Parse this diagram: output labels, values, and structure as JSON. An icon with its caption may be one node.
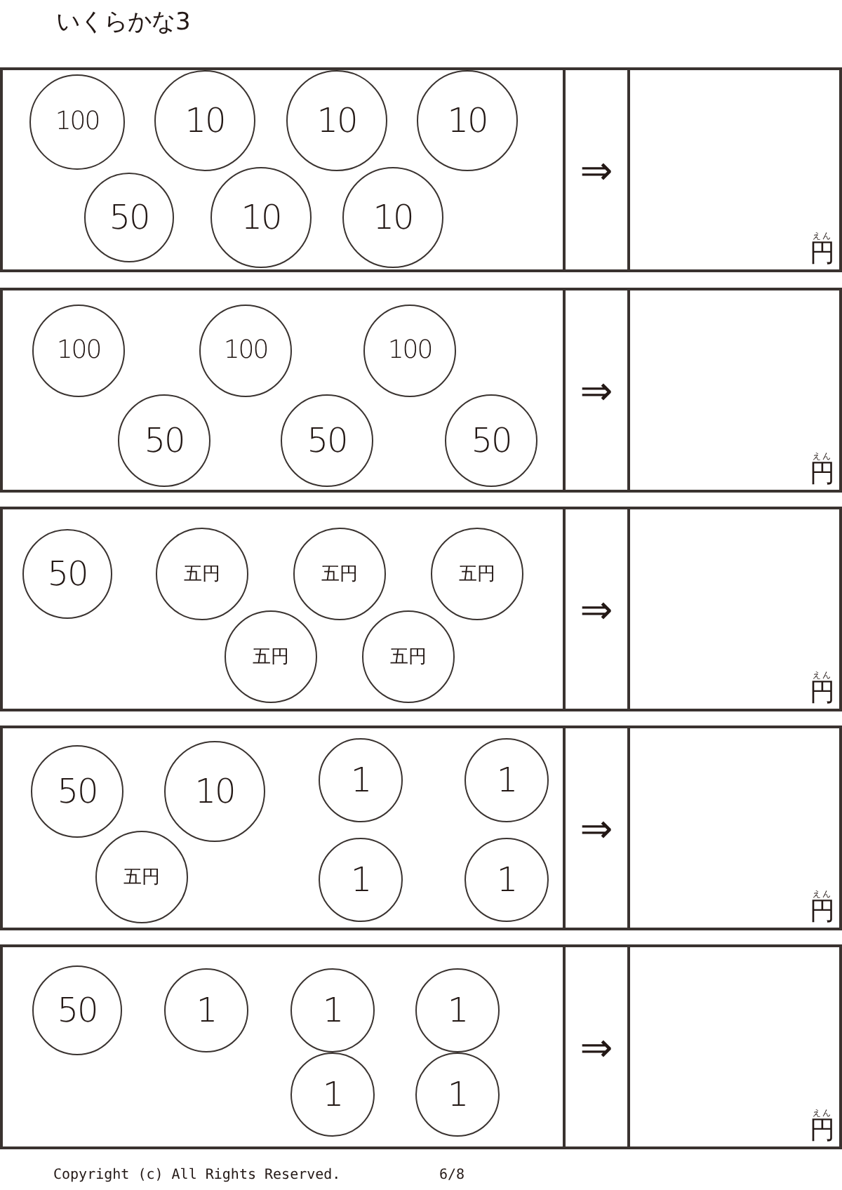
{
  "diagram": {
    "title": "いくらかな3",
    "nodes": [
      {
        "text": [],
        "shape": "box"
      },
      {
        "text": [
          "100"
        ],
        "in": 0
      },
      {
        "text": [
          "10"
        ],
        "in": 0
      },
      {
        "text": [
          "10"
        ],
        "in": 0
      },
      {
        "text": [
          "10"
        ],
        "in": 0
      },
      {
        "text": [
          "50"
        ],
        "in": 0
      },
      {
        "text": [
          "10"
        ],
        "in": 0
      },
      {
        "text": [
          "10"
        ],
        "in": 0
      },
      {
        "text": [
          "⇒"
        ]
      },
      {
        "text": [
          "えん",
          "円"
        ]
      },
      {
        "text": [],
        "shape": "box"
      },
      {
        "text": [
          "100"
        ],
        "in": 10
      },
      {
        "text": [
          "100"
        ],
        "in": 10
      },
      {
        "text": [
          "100"
        ],
        "in": 10
      },
      {
        "text": [
          "50"
        ],
        "in": 10
      },
      {
        "text": [
          "50"
        ],
        "in": 10
      },
      {
        "text": [
          "50"
        ],
        "in": 10
      },
      {
        "text": [
          "⇒"
        ]
      },
      {
        "text": [
          "えん",
          "円"
        ]
      },
      {
        "text": [],
        "shape": "box"
      },
      {
        "text": [
          "50"
        ],
        "in": 19
      },
      {
        "text": [
          "五円"
        ],
        "in": 19
      },
      {
        "text": [
          "五円"
        ],
        "in": 19
      },
      {
        "text": [
          "五円"
        ],
        "in": 19
      },
      {
        "text": [
          "五円"
        ],
        "in": 19
      },
      {
        "text": [
          "五円"
        ],
        "in": 19
      },
      {
        "text": [
          "⇒"
        ]
      },
      {
        "text": [
          "えん",
          "円"
        ]
      },
      {
        "text": [],
        "shape": "box"
      },
      {
        "text": [
          "50"
        ],
        "in": 28
      },
      {
        "text": [
          "10"
        ],
        "in": 28
      },
      {
        "text": [
          "1"
        ],
        "in": 28
      },
      {
        "text": [
          "1"
        ],
        "in": 28
      },
      {
        "text": [
          "五円"
        ],
        "in": 28
      },
      {
        "text": [
          "1"
        ],
        "in": 28
      },
      {
        "text": [
          "1"
        ],
        "in": 28
      },
      {
        "text": [
          "⇒"
        ]
      },
      {
        "text": [
          "えん",
          "円"
        ]
      },
      {
        "text": [],
        "shape": "box"
      },
      {
        "text": [
          "50"
        ],
        "in": 38
      },
      {
        "text": [
          "1"
        ],
        "in": 38
      },
      {
        "text": [
          "1"
        ],
        "in": 38
      },
      {
        "text": [
          "1"
        ],
        "in": 38
      },
      {
        "text": [
          "1"
        ],
        "in": 38
      },
      {
        "text": [
          "1"
        ],
        "in": 38
      },
      {
        "text": [
          "⇒"
        ]
      },
      {
        "text": [
          "えん",
          "円"
        ]
      }
    ],
    "labels": [
      "Copyright (c) All Rights Reserved.",
      "6/8"
    ]
  }
}
